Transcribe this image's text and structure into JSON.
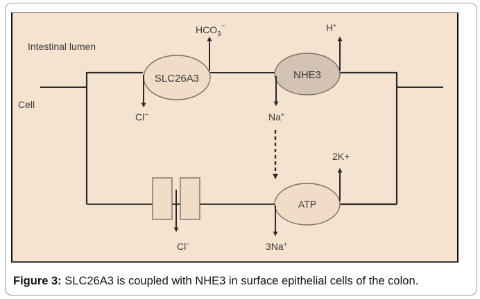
{
  "figure": {
    "background_color": "#f5e3d0",
    "labels": {
      "intestinal_lumen": "Intestinal lumen",
      "cell": "Cell",
      "hco3": "HCO",
      "hco3_sub": "3",
      "hco3_sup": "−",
      "h": "H",
      "h_sup": "+",
      "cl_top": "Cl",
      "cl_top_sup": "−",
      "na": "Na",
      "na_sup": "+",
      "k2": "2K+",
      "cl_bottom": "Cl",
      "cl_bottom_sup": "−",
      "na3": "3Na",
      "na3_sup": "+"
    },
    "transporters": {
      "slc26a3": {
        "label": "SLC26A3",
        "fill": "#f1dcc8"
      },
      "nhe3": {
        "label": "NHE3",
        "fill": "#d4c2b2"
      },
      "atp": {
        "label": "ATP",
        "fill": "#f1dcc8"
      }
    }
  },
  "caption": {
    "prefix": "Figure 3:",
    "text": " SLC26A3 is coupled with NHE3 in surface epithelial cells of the colon."
  }
}
